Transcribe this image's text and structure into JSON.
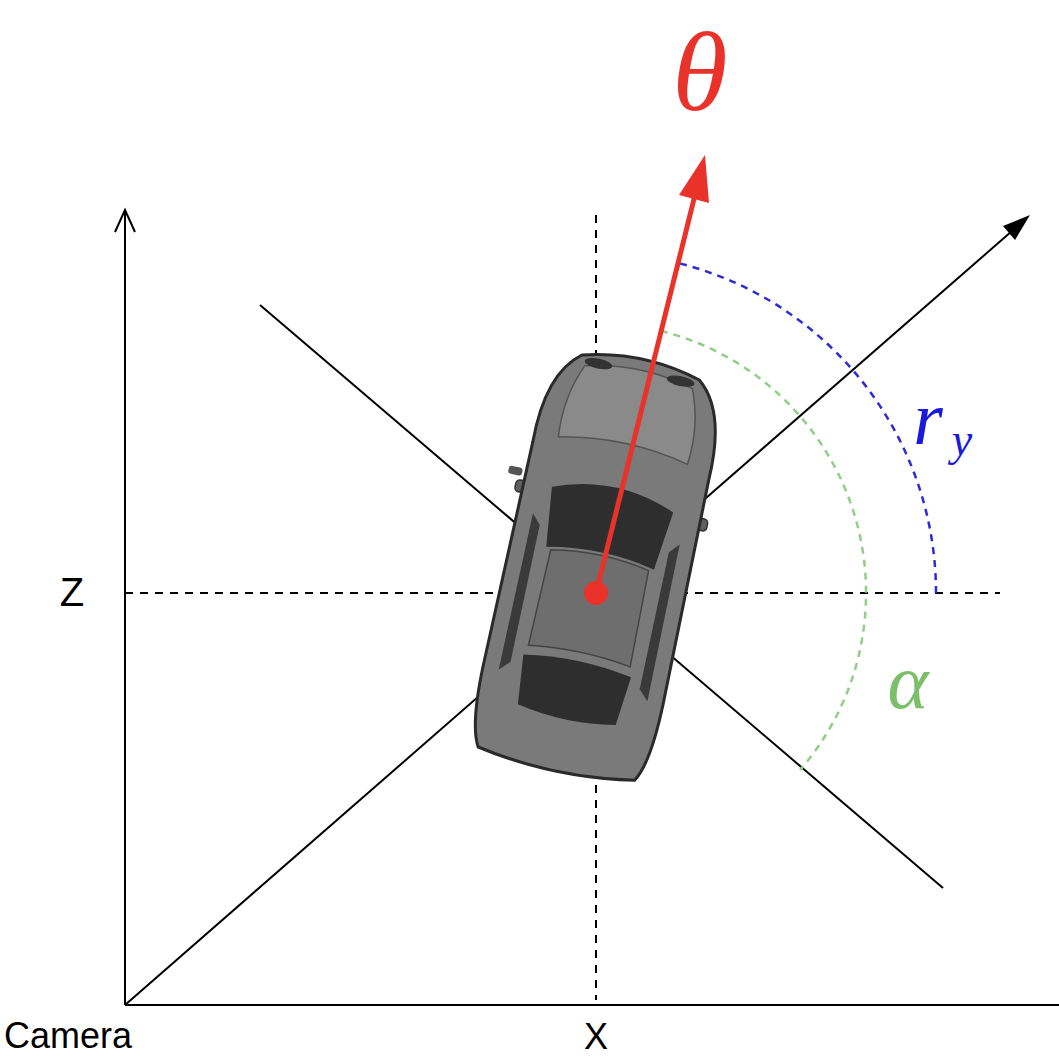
{
  "diagram": {
    "labels": [
      "θ",
      "r",
      "y",
      "α",
      "Z",
      "Camera",
      "X"
    ]
  }
}
